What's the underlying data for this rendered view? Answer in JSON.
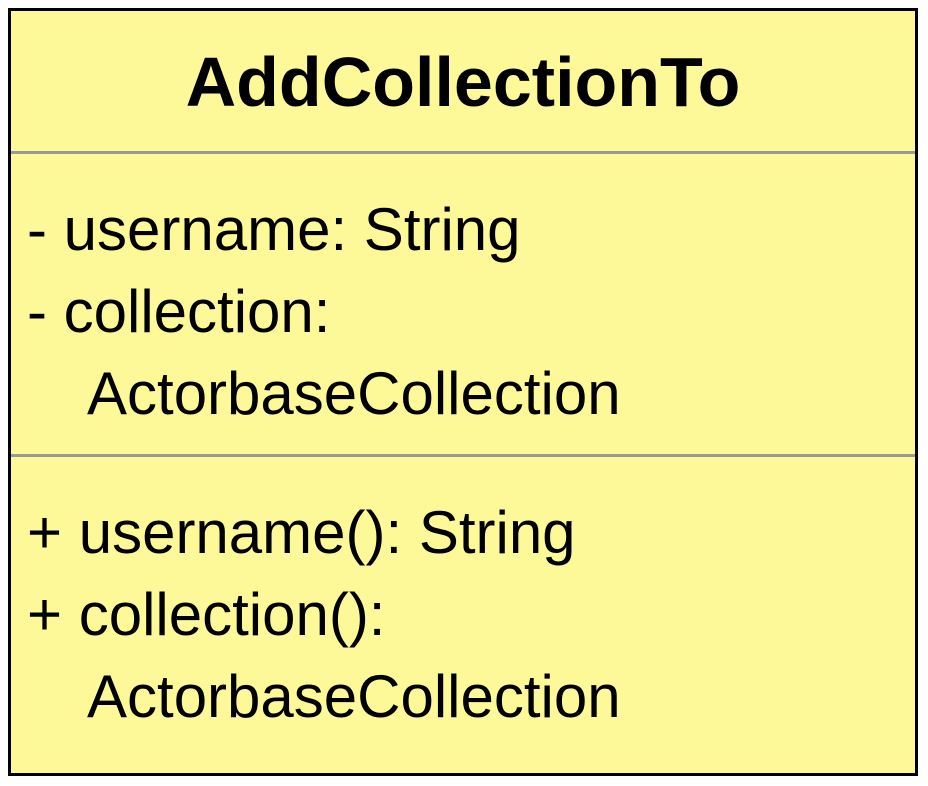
{
  "class": {
    "name": "AddCollectionTo",
    "attributes": [
      "- username: String",
      "- collection:",
      "ActorbaseCollection"
    ],
    "operations": [
      "+ username(): String",
      "+ collection():",
      "ActorbaseCollection"
    ]
  },
  "colors": {
    "fill": "#fdf998",
    "border": "#000000",
    "divider": "#9a9a9a"
  }
}
